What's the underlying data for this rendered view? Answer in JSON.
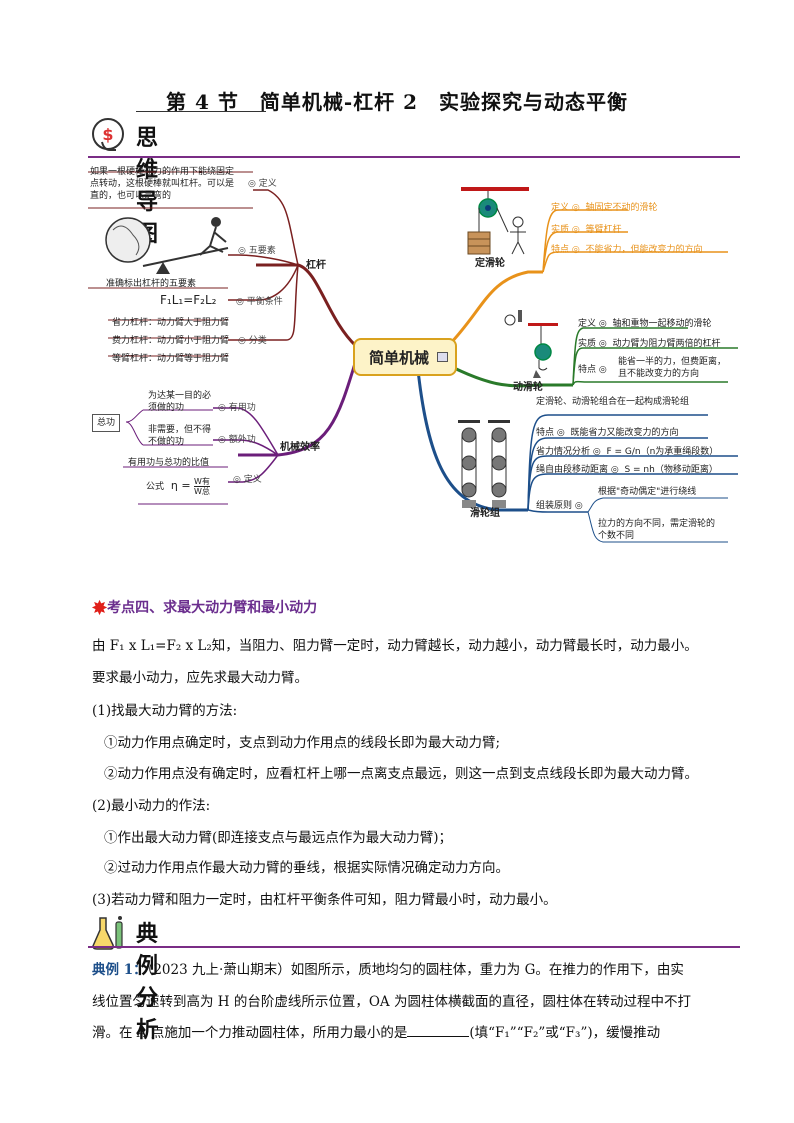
{
  "title": "第 4 节　简单机械-杠杆 2　实验探究与动态平衡",
  "sections": {
    "mindmap_title": "思维导图",
    "example_title": "典例分析"
  },
  "mindmap": {
    "center": "简单机械",
    "lever": {
      "label": "杠杆",
      "definition_text": "如果一根硬棒在力的作用下能绕固定点转动，这根硬棒就叫杠杆。可以是直的，也可以是弯的",
      "definition_label": "定义",
      "five_caption": "准确标出杠杆的五要素",
      "five_label": "五要素",
      "balance_formula": "F₁L₁=F₂L₂",
      "balance_label": "平衡条件",
      "types": [
        "省力杠杆：动力臂大于阻力臂",
        "费力杠杆：动力臂小于阻力臂",
        "等臂杠杆：动力臂等于阻力臂"
      ],
      "types_label": "分类"
    },
    "efficiency": {
      "label": "机械效率",
      "total": "总功",
      "useful_text": "为达某一目的必须做的功",
      "useful_label": "有用功",
      "extra_text": "非需要，但不得不做的功",
      "extra_label": "额外功",
      "ratio_text": "有用功与总功的比值",
      "formula_prefix": "公式",
      "formula_eta": "η =",
      "formula_num": "W有",
      "formula_den": "W总",
      "def_label": "定义"
    },
    "fixed": {
      "label": "定滑轮",
      "items": [
        {
          "k": "定义",
          "v": "轴固定不动的滑轮"
        },
        {
          "k": "实质",
          "v": "等臂杠杆"
        },
        {
          "k": "特点",
          "v": "不能省力，但能改变力的方向"
        }
      ]
    },
    "movable": {
      "label": "动滑轮",
      "items": [
        {
          "k": "定义",
          "v": "轴和重物一起移动的滑轮"
        },
        {
          "k": "实质",
          "v": "动力臂为阻力臂两倍的杠杆"
        },
        {
          "k": "特点",
          "v": "能省一半的力，但费距离，且不能改变力的方向"
        }
      ]
    },
    "block": {
      "label": "滑轮组",
      "def": "定滑轮、动滑轮组合在一起构成滑轮组",
      "feature_k": "特点",
      "feature_v": "既能省力又能改变力的方向",
      "force_k": "省力情况分析",
      "force_v": "F = G/n（n为承重绳段数）",
      "dist_k": "绳自由段移动距离",
      "dist_v": "S = nh（物移动距离）",
      "rule_k": "组装原则",
      "rule_v1": "根据\"奇动偶定\"进行绕线",
      "rule_v2": "拉力的方向不同，需定滑轮的个数不同"
    }
  },
  "keypoint": {
    "title": "考点四、求最大动力臂和最小动力",
    "lines": [
      "由 F₁ x L₁=F₂ x L₂知，当阻力、阻力臂一定时，动力臂越长，动力越小，动力臂最长时，动力最小。",
      "要求最小动力，应先求最大动力臂。",
      "(1)找最大动力臂的方法:",
      "①动力作用点确定时，支点到动力作用点的线段长即为最大动力臂;",
      "②动力作用点没有确定时，应看杠杆上哪一点离支点最远，则这一点到支点线段长即为最大动力臂。",
      "(2)最小动力的作法:",
      "①作出最大动力臂(即连接支点与最远点作为最大动力臂)；",
      "②过动力作用点作最大动力臂的垂线，根据实际情况确定动力方向。",
      "(3)若动力臂和阻力一定时，由杠杆平衡条件可知，阻力臂最小时，动力最小。"
    ]
  },
  "example": {
    "label": "典例 1：",
    "line1": "（2023 九上·萧山期末）如图所示，质地均匀的圆柱体，重力为 G。在推力的作用下，由实",
    "line2": "线位置匀速转到高为 H 的台阶虚线所示位置，OA 为圆柱体横截面的直径，圆柱体在转动过程中不打",
    "line3a": "滑。在 A 点施加一个力推动圆柱体，所用力最小的是",
    "line3b": "(填“F₁”“F₂”或“F₃”)，缓慢推动"
  },
  "colors": {
    "lever_branch": "#7a2020",
    "efficiency_branch": "#6b1e7a",
    "fixed_branch": "#e8921a",
    "movable_branch": "#2a7a2a",
    "block_branch": "#1d4f8a",
    "accent_rule": "#7a2d86",
    "keypoint_title": "#6b2e8e"
  }
}
